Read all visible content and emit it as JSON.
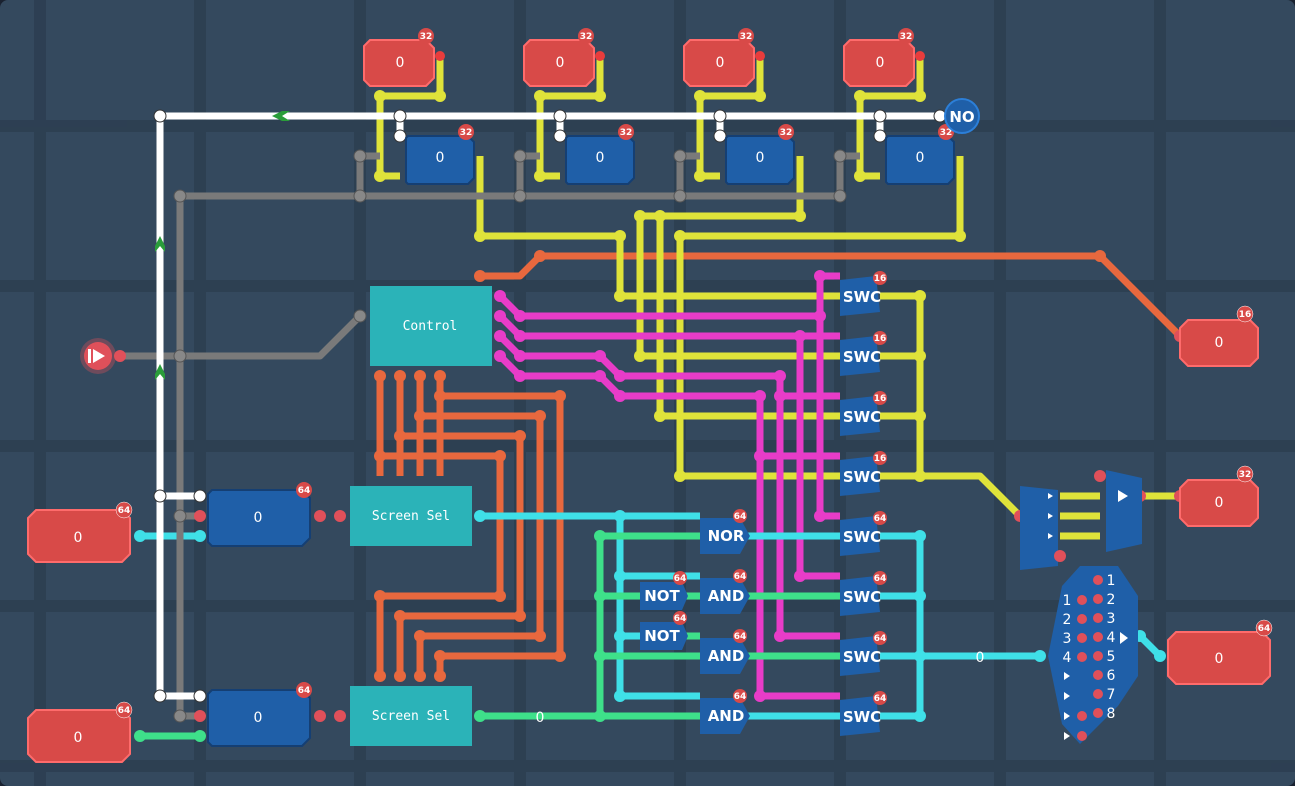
{
  "colors": {
    "background": "#34495e",
    "grid": "#2c3e50",
    "wire_white": "#ffffff",
    "wire_gray": "#7a7a7a",
    "wire_yellow": "#dfe33a",
    "wire_orange": "#e8683e",
    "wire_magenta": "#e83cc8",
    "wire_cyan": "#3fe0e8",
    "wire_green": "#3ee08a",
    "io_red": "#d84a48",
    "register_blue": "#1f5fa8",
    "component_teal": "#2bb3b8",
    "gate_blue": "#1f5fa8"
  },
  "top_outputs": [
    {
      "value": "0",
      "badge": "32"
    },
    {
      "value": "0",
      "badge": "32"
    },
    {
      "value": "0",
      "badge": "32"
    },
    {
      "value": "0",
      "badge": "32"
    }
  ],
  "registers_32": [
    {
      "value": "0",
      "badge": "32"
    },
    {
      "value": "0",
      "badge": "32"
    },
    {
      "value": "0",
      "badge": "32"
    },
    {
      "value": "0",
      "badge": "32"
    }
  ],
  "no_label": "NO",
  "control_label": "Control",
  "screen_sel": [
    {
      "label": "Screen Sel"
    },
    {
      "label": "Screen Sel"
    }
  ],
  "registers_64": [
    {
      "value": "0",
      "badge": "64"
    },
    {
      "value": "0",
      "badge": "64"
    }
  ],
  "left_inputs": [
    {
      "value": "0",
      "badge": "64"
    },
    {
      "value": "0",
      "badge": "64"
    }
  ],
  "right_outputs": [
    {
      "value": "0",
      "badge": "16"
    },
    {
      "value": "0",
      "badge": "32"
    },
    {
      "value": "0",
      "badge": "64"
    }
  ],
  "switches_16": [
    {
      "label": "SWC",
      "badge": "16"
    },
    {
      "label": "SWC",
      "badge": "16"
    },
    {
      "label": "SWC",
      "badge": "16"
    },
    {
      "label": "SWC",
      "badge": "16"
    }
  ],
  "switches_64": [
    {
      "label": "SWC",
      "badge": "64"
    },
    {
      "label": "SWC",
      "badge": "64"
    },
    {
      "label": "SWC",
      "badge": "64"
    },
    {
      "label": "SWC",
      "badge": "64"
    }
  ],
  "logic_gates": [
    {
      "label": "NOR",
      "badge": "64"
    },
    {
      "label": "AND",
      "badge": "64"
    },
    {
      "label": "AND",
      "badge": "64"
    },
    {
      "label": "AND",
      "badge": "64"
    }
  ],
  "not_gates": [
    {
      "label": "NOT",
      "badge": "64"
    },
    {
      "label": "NOT",
      "badge": "64"
    }
  ],
  "wire_values": [
    "0",
    "0"
  ],
  "mux_left_labels": [
    "1",
    "2",
    "3",
    "4"
  ],
  "mux_right_labels": [
    "1",
    "2",
    "3",
    "4",
    "5",
    "6",
    "7",
    "8"
  ],
  "run_icon": "play-step-icon"
}
